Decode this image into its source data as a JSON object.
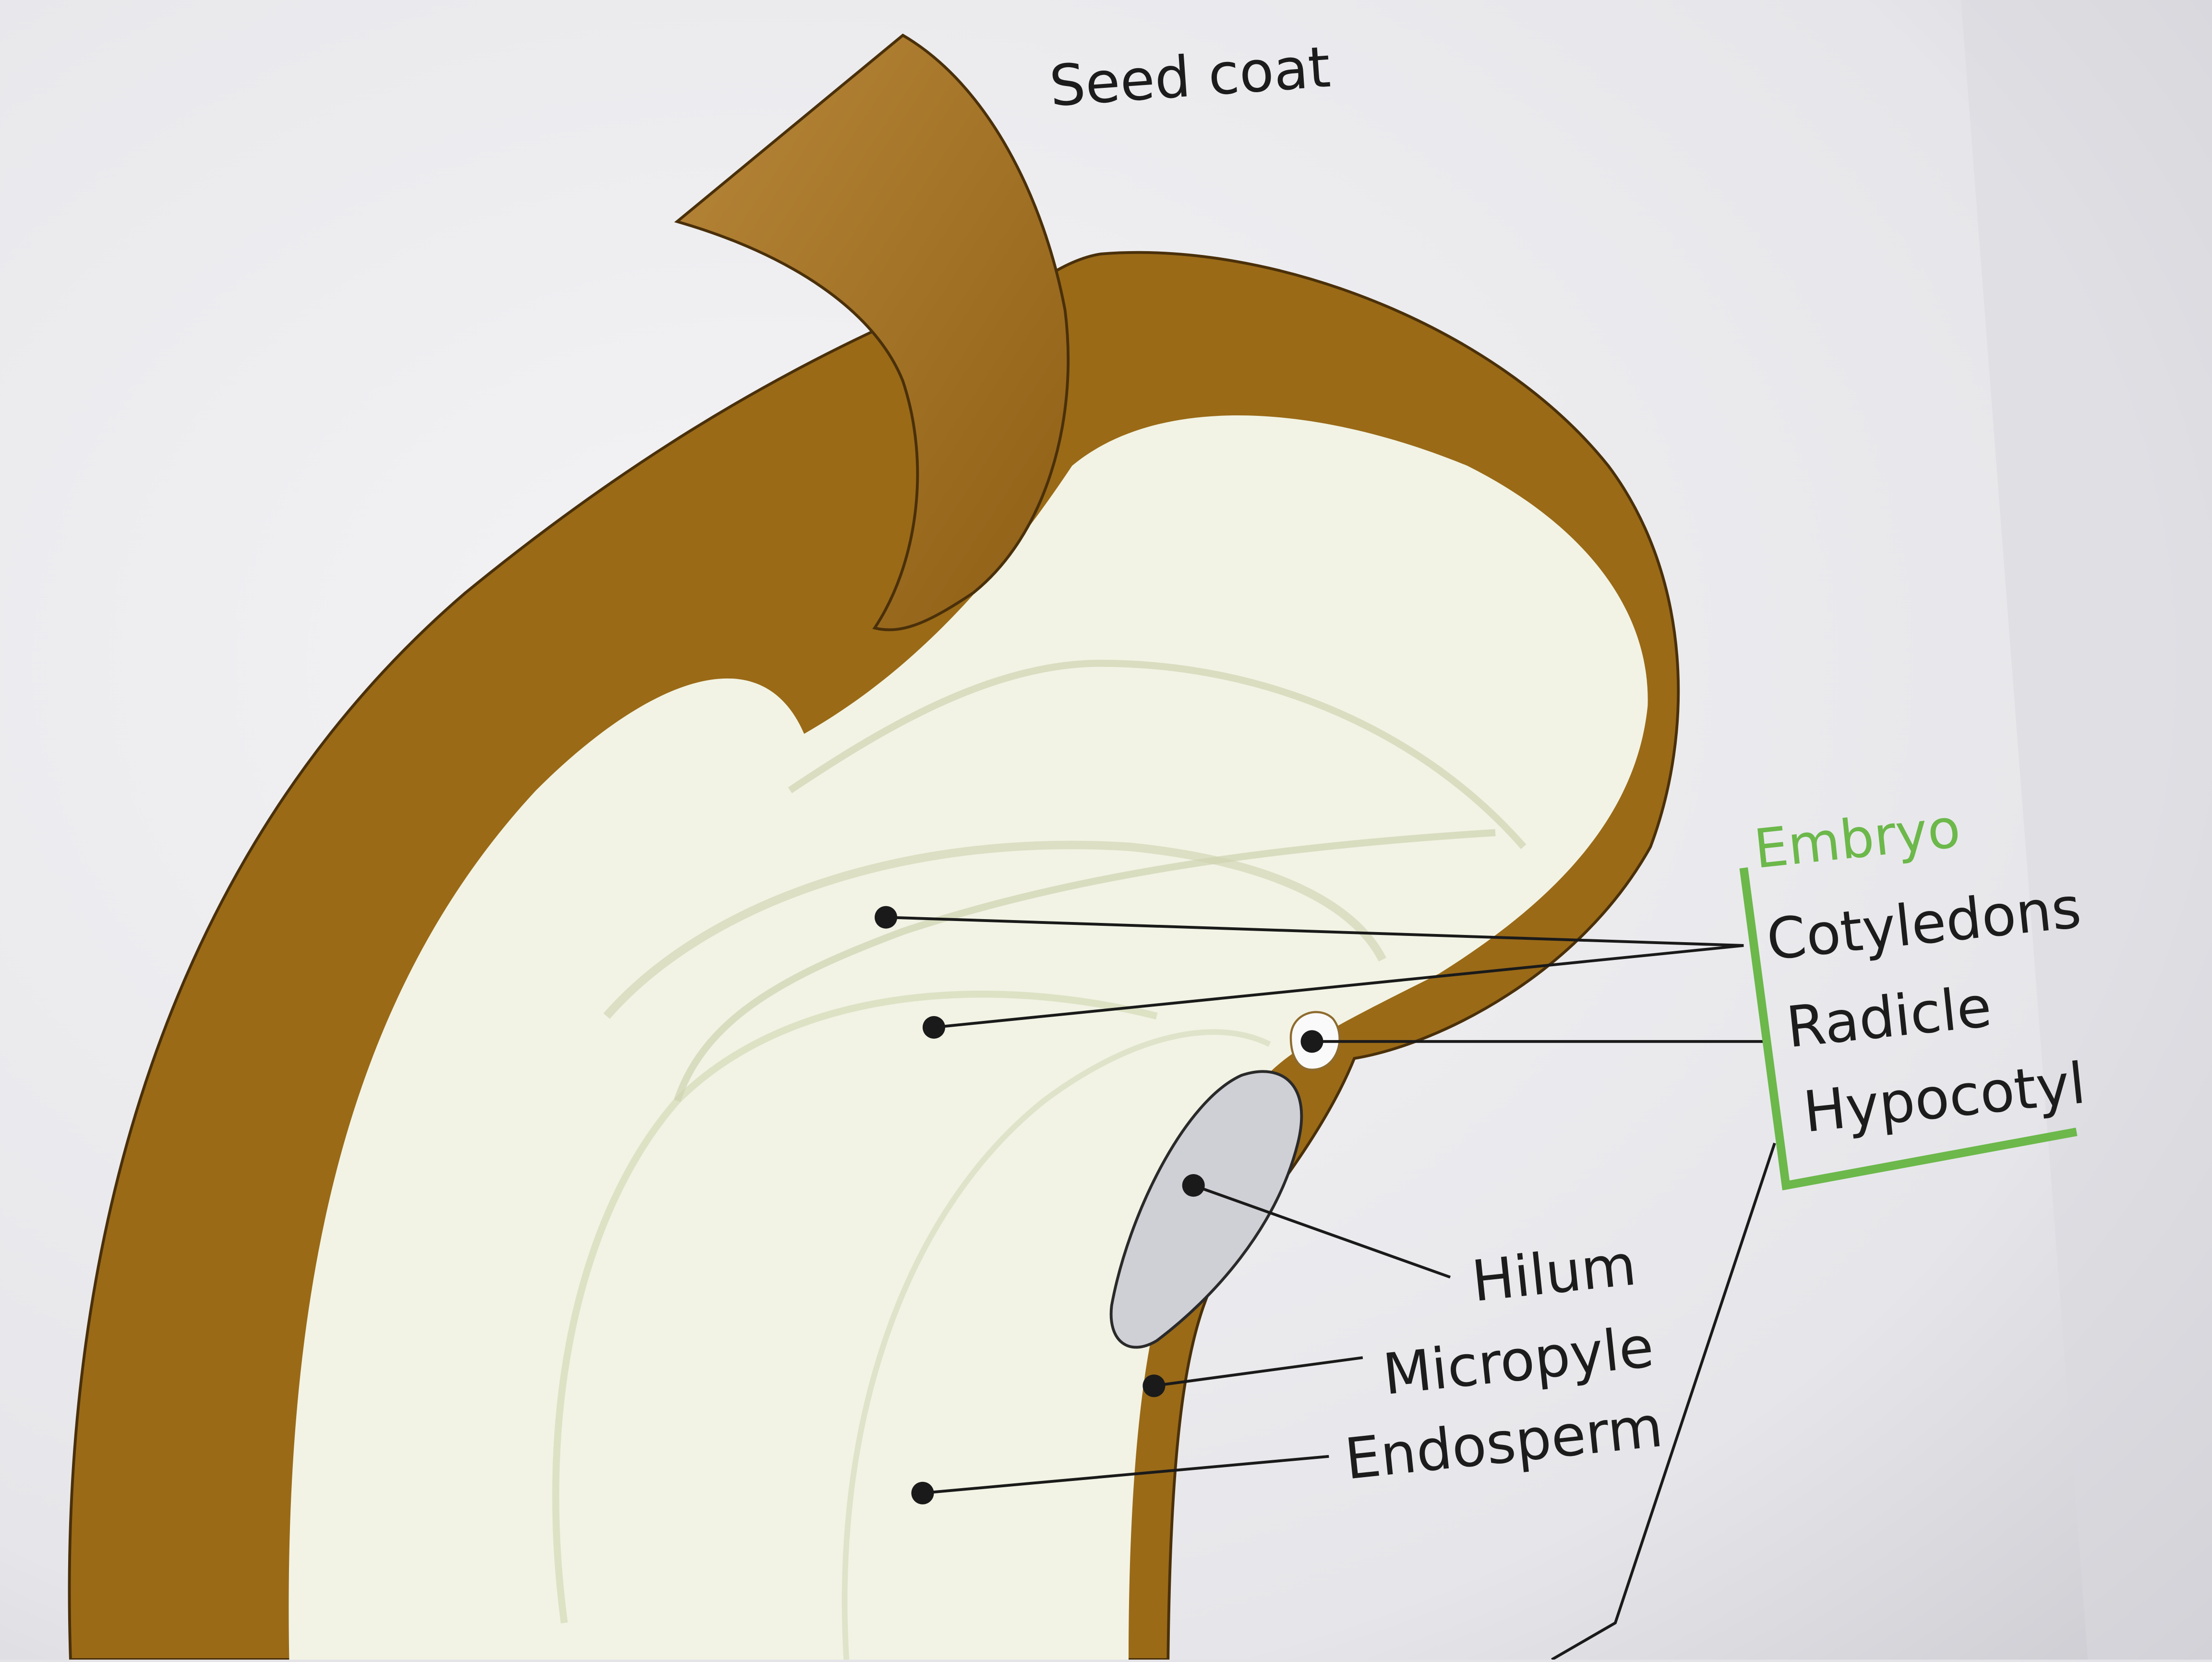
{
  "diagram": {
    "labels": {
      "seed_coat": "Seed coat",
      "embryo_heading": "Embryo",
      "cotyledons": "Cotyledons",
      "radicle": "Radicle",
      "hypocotyl": "Hypocotyl",
      "hilum": "Hilum",
      "micropyle": "Micropyle",
      "endosperm": "Endosperm"
    },
    "colors": {
      "seed_coat": "#9a6a17",
      "seed_coat_flap": "#a8782a",
      "seed_interior": "#f2f3e4",
      "embryo_accent": "#6cb84a",
      "label_text": "#1c1c1c",
      "leader_line": "#1a1a1a",
      "hilum": "#cfcfd6"
    }
  }
}
